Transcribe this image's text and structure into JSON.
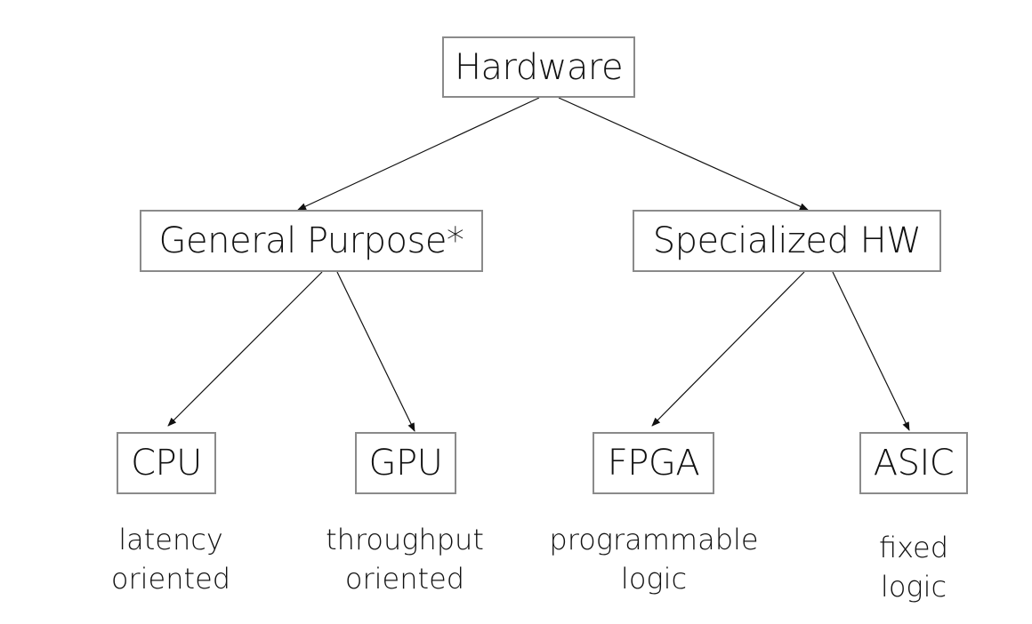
{
  "diagram": {
    "root": {
      "label": "Hardware"
    },
    "categories": [
      {
        "label": "General Purpose*"
      },
      {
        "label": "Specialized HW"
      }
    ],
    "leaves": [
      {
        "label": "CPU",
        "caption": [
          "latency",
          "oriented"
        ]
      },
      {
        "label": "GPU",
        "caption": [
          "throughput",
          "oriented"
        ]
      },
      {
        "label": "FPGA",
        "caption": [
          "programmable",
          "logic"
        ]
      },
      {
        "label": "ASIC",
        "caption": [
          "fixed",
          "logic"
        ]
      }
    ],
    "colors": {
      "box_border": "#8a8a8a",
      "arrow": "#111111",
      "text": "#111111"
    }
  }
}
